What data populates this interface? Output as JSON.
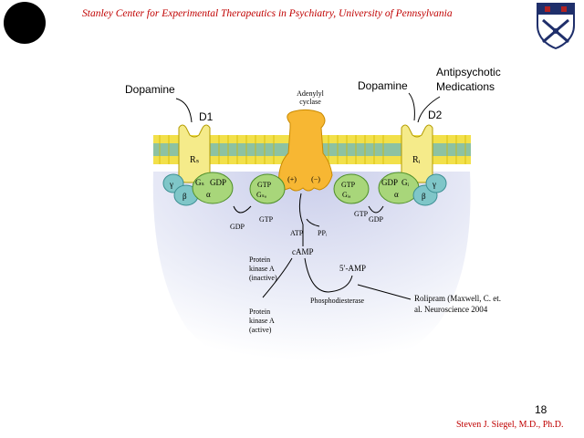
{
  "header": {
    "title": "Stanley Center for Experimental Therapeutics in Psychiatry, University of Pennsylvania"
  },
  "diagram": {
    "dopamine_left": "Dopamine",
    "dopamine_right": "Dopamine",
    "d1": "D1",
    "d2": "D2",
    "antipsychotic_line1": "Antipsychotic",
    "antipsychotic_line2": "Medications",
    "adenylyl_line1": "Adenylyl",
    "adenylyl_line2": "cyclase",
    "receptor_left": "Rₛ",
    "receptor_right": "Rᵢ",
    "gs": "Gₛ",
    "gi": "Gᵢ",
    "gdp": "GDP",
    "gtp": "GTP",
    "alpha": "α",
    "beta": "β",
    "gamma": "γ",
    "gsa": "Gₛₐ",
    "gia": "Gᵢₐ",
    "plus": "(+)",
    "minus": "(−)",
    "atp": "ATP",
    "ppi": "PPᵢ",
    "camp": "cAMP",
    "five_amp": "5′-AMP",
    "pka_inactive": [
      "Protein",
      "kinase A",
      "(inactive)"
    ],
    "pka_active": [
      "Protein",
      "kinase A",
      "(active)"
    ],
    "phosphodiesterase": "Phosphodiesterase",
    "rolipram": [
      "Rolipram (Maxwell, C. et.",
      "al. Neuroscience 2004"
    ]
  },
  "colors": {
    "header_red": "#c00000",
    "receptor_yellow": "#f5eb8a",
    "adenylyl_orange": "#f7b733",
    "gprotein_green": "#a8d67a",
    "subunit_teal": "#7fc6c8",
    "cytoplasm": "#e6e8f5",
    "membrane_yellow": "#f2e04a"
  },
  "footer": {
    "page_number": "18",
    "author": "Steven J. Siegel, M.D., Ph.D."
  }
}
